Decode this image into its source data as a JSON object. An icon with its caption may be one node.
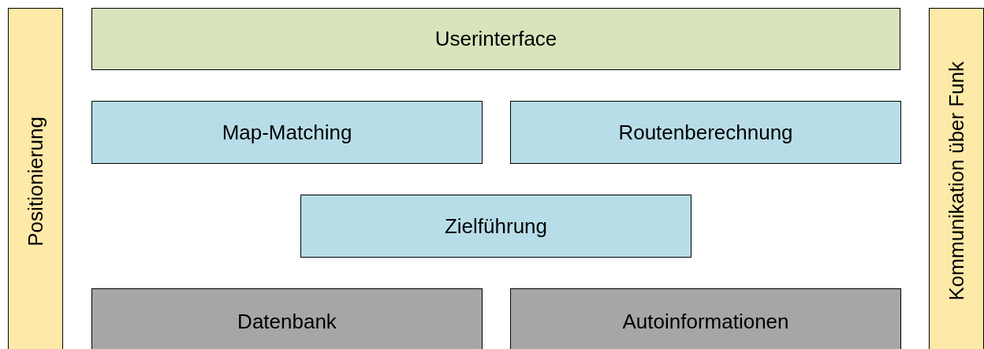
{
  "diagram": {
    "nodes": [
      {
        "text": [
          "Positionierung"
        ]
      },
      {
        "text": [
          "Userinterface"
        ]
      },
      {
        "text": [
          "Map-Matching"
        ]
      },
      {
        "text": [
          "Routenberechnung"
        ]
      },
      {
        "text": [
          "Zielführung"
        ]
      },
      {
        "text": [
          "Datenbank"
        ]
      },
      {
        "text": [
          "Autoinformationen"
        ]
      },
      {
        "text": [
          "Kommunikation über Funk"
        ]
      }
    ]
  }
}
